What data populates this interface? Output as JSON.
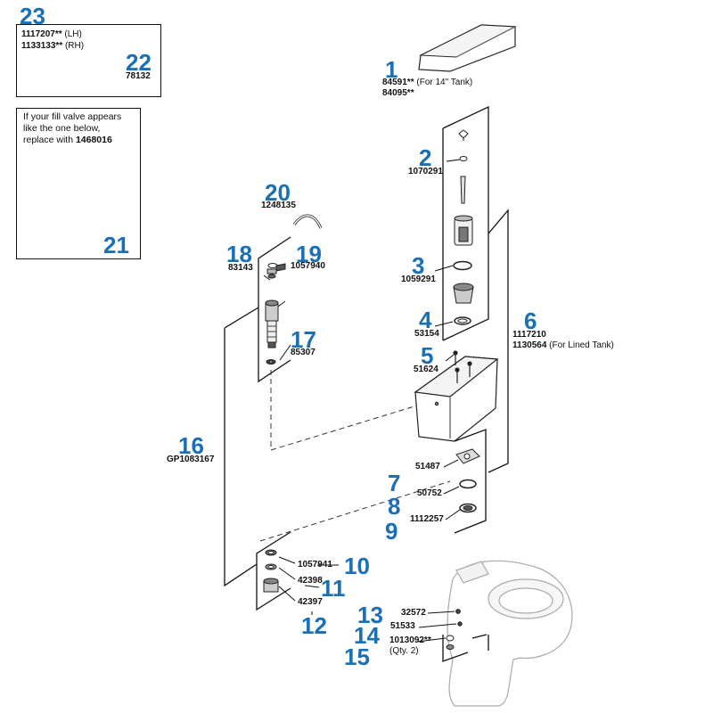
{
  "accent_color": "#1a6fb5",
  "inset_23_22": {
    "item23": {
      "number": "23",
      "parts": [
        {
          "code": "1117207**",
          "note": "(LH)"
        },
        {
          "code": "1133133**",
          "note": "(RH)"
        }
      ]
    },
    "item22": {
      "number": "22",
      "code": "78132"
    }
  },
  "inset_21": {
    "message_line1": "If your fill valve appears",
    "message_line2": "like the one below,",
    "message_line3_prefix": "replace with ",
    "replacement_code": "1468016",
    "number": "21"
  },
  "parts": [
    {
      "number": "1",
      "code": "84591**",
      "note": "(For 14\" Tank)",
      "code2": "84095**"
    },
    {
      "number": "2",
      "code": "1070291"
    },
    {
      "number": "3",
      "code": "1059291"
    },
    {
      "number": "4",
      "code": "53154"
    },
    {
      "number": "5",
      "code": "51624"
    },
    {
      "number": "6",
      "code": "1117210",
      "code2": "1130564",
      "note2": "(For Lined Tank)"
    },
    {
      "number": "7",
      "code": "51487"
    },
    {
      "number": "8",
      "code": "50752"
    },
    {
      "number": "9",
      "code": "1112257"
    },
    {
      "number": "10",
      "code": "1057941"
    },
    {
      "number": "11",
      "code": "42398"
    },
    {
      "number": "12",
      "code": "42397"
    },
    {
      "number": "13",
      "code": "32572"
    },
    {
      "number": "14",
      "code": "51533"
    },
    {
      "number": "15",
      "code": "1013092**",
      "note2": "(Qty. 2)"
    },
    {
      "number": "16",
      "code": "GP1083167"
    },
    {
      "number": "17",
      "code": "85307"
    },
    {
      "number": "18",
      "code": "83143"
    },
    {
      "number": "19",
      "code": "1057940"
    },
    {
      "number": "20",
      "code": "1248135"
    }
  ]
}
